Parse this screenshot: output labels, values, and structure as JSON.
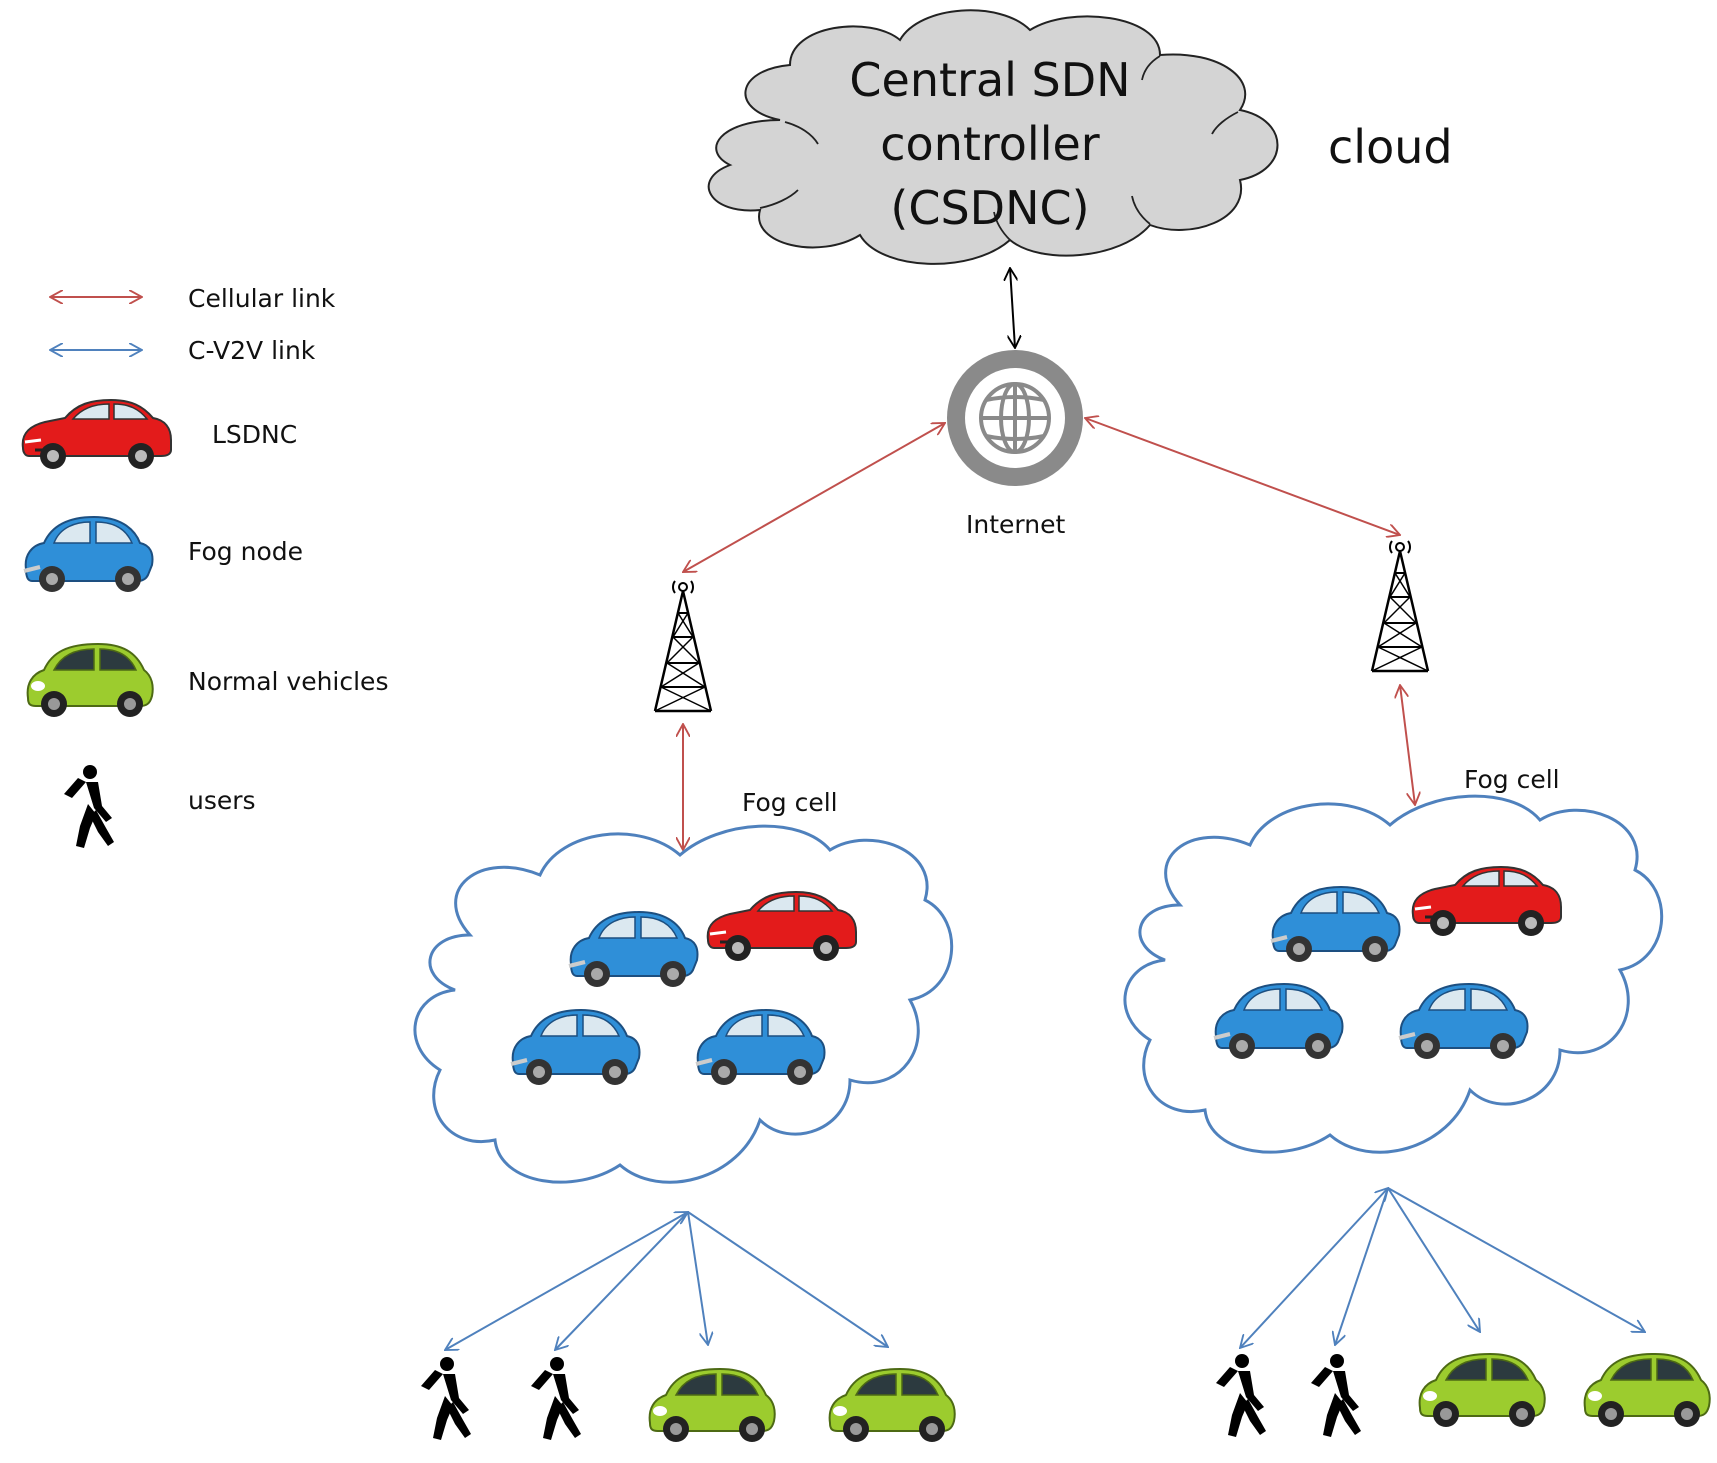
{
  "cloud": {
    "controller_lines": [
      "Central SDN",
      "controller",
      "(CSDNC)"
    ],
    "label": "cloud",
    "fill_color": "#d4d4d4"
  },
  "internet": {
    "label": "Internet",
    "icon": "globe-icon",
    "ring_color": "#8a8a8a"
  },
  "legend": {
    "cellular_link": "Cellular link",
    "cv2v_link": "C-V2V link",
    "lsdnc": "LSDNC",
    "fog_node": "Fog node",
    "normal_vehicles": "Normal vehicles",
    "users": "users"
  },
  "fog_cells": [
    {
      "label": "Fog cell"
    },
    {
      "label": "Fog cell"
    }
  ],
  "colors": {
    "cellular_link": "#c0504d",
    "cv2v_link": "#4f81bd",
    "fog_cloud_outline": "#4f81bd",
    "lsdnc_car": "#e31b1b",
    "fog_node_car": "#2f8fd8",
    "normal_vehicle": "#9ccc2e",
    "user": "#000000"
  }
}
